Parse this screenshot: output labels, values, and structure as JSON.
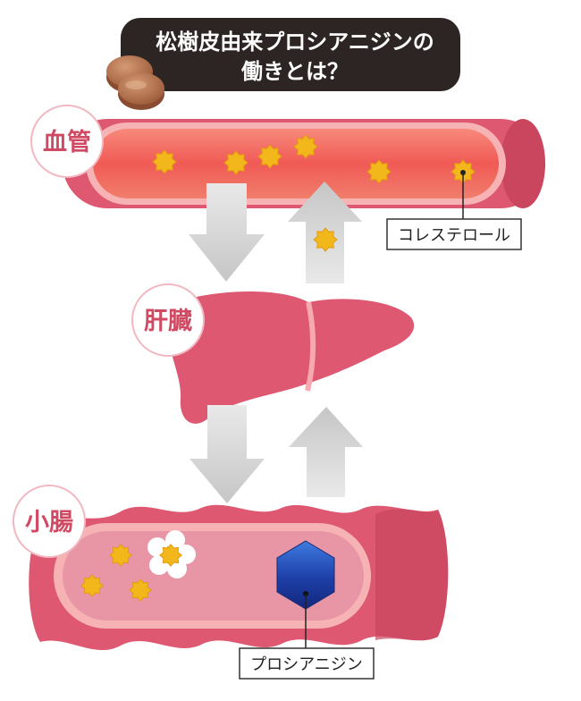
{
  "title": {
    "line1": "松樹皮由来プロシアニジンの",
    "line2": "働きとは？"
  },
  "organs": {
    "blood_vessel": "血管",
    "liver": "肝臓",
    "small_intestine": "小腸"
  },
  "callouts": {
    "cholesterol": "コレステロール",
    "procyanidin": "プロシアニジン"
  },
  "colors": {
    "organ_pink": "#e05a70",
    "label_text": "#d04a63",
    "vessel_inner": "#f06a5f",
    "cholesterol": "#f2b71a",
    "arrow_gray": "#cfcfcf",
    "title_bg": "#2c2523",
    "procyanidin_blue": "#2347b5"
  },
  "icons": [
    "tablet-icon",
    "cholesterol-icon",
    "procyanidin-hexagon-icon",
    "down-arrow-icon",
    "up-arrow-icon"
  ]
}
